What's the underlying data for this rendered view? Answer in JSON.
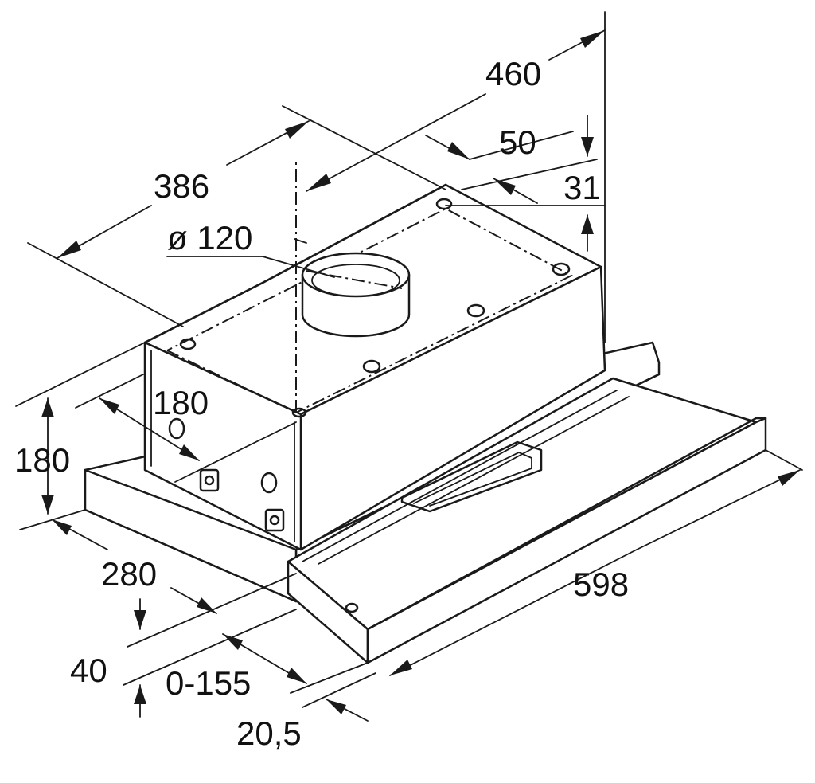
{
  "diagram": {
    "dimensions": {
      "depth_top": "460",
      "hood_depth": "386",
      "duct_offset": "50",
      "top_offset": "31",
      "duct_diameter": "ø 120",
      "inner_height": "180",
      "side_height": "180",
      "base_depth": "280",
      "front_height": "40",
      "extension": "0-155",
      "front_panel": "20,5",
      "width": "598"
    }
  }
}
